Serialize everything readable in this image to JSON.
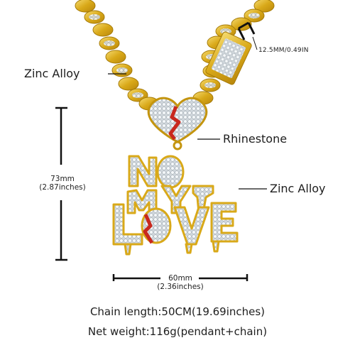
{
  "callouts": {
    "chain_material": "Zinc Alloy",
    "heart_material": "Rhinestone",
    "pendant_material": "Zinc Alloy",
    "chain_width": "12.5MM/0.49IN"
  },
  "dimensions": {
    "height_mm": "73mm",
    "height_in": "(2.87inches)",
    "width_mm": "60mm",
    "width_in": "(2.36inches)"
  },
  "specs": {
    "chain_length": "Chain length:50CM(19.69inches)",
    "net_weight": "Net weight:116g(pendant+chain)"
  },
  "pendant_text": "NO MY LOVE",
  "colors": {
    "gold": "#d9a919",
    "gold_light": "#f3d76a",
    "stone": "#e9eef2",
    "red": "#c8281e"
  }
}
